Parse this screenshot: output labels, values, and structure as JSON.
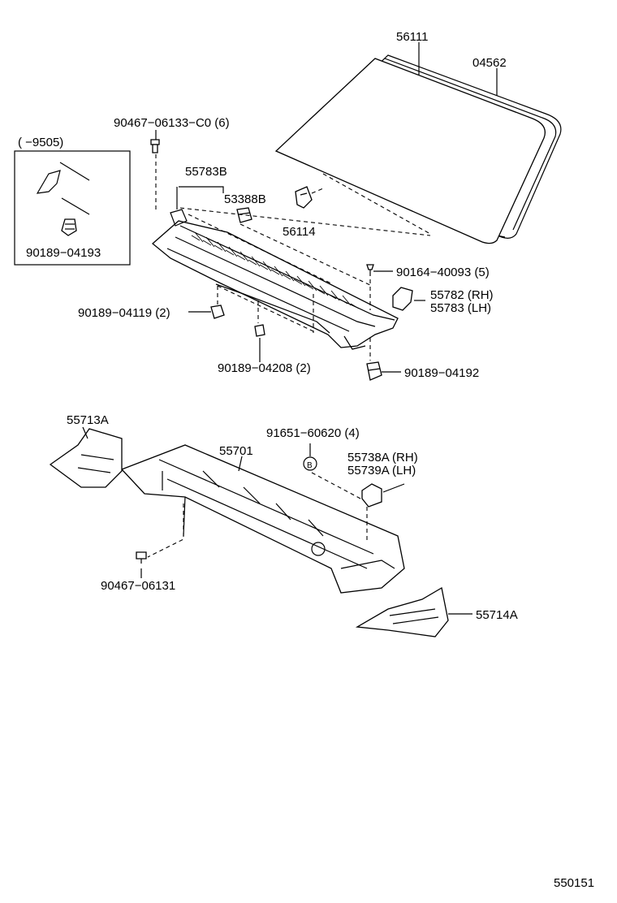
{
  "labels": {
    "p56111": "56111",
    "p04562": "04562",
    "p90467_06133": "90467−06133−C0 (6)",
    "inset_range": "(      −9505)",
    "p55783B": "55783B",
    "p53388B": "53388B",
    "p56114": "56114",
    "p90189_04193": "90189−04193",
    "p90164_40093": "90164−40093 (5)",
    "p55782": "55782 (RH)",
    "p55783": "55783 (LH)",
    "p90189_04119": "90189−04119 (2)",
    "p90189_04208": "90189−04208 (2)",
    "p90189_04192": "90189−04192",
    "p55713A": "55713A",
    "p91651_60620": "91651−60620 (4)",
    "p55701": "55701",
    "p55738A": "55738A (RH)",
    "p55739A": "55739A (LH)",
    "p90467_06131": "90467−06131",
    "p55714A": "55714A",
    "bolt_symbol": "B",
    "figure_number": "550151"
  }
}
